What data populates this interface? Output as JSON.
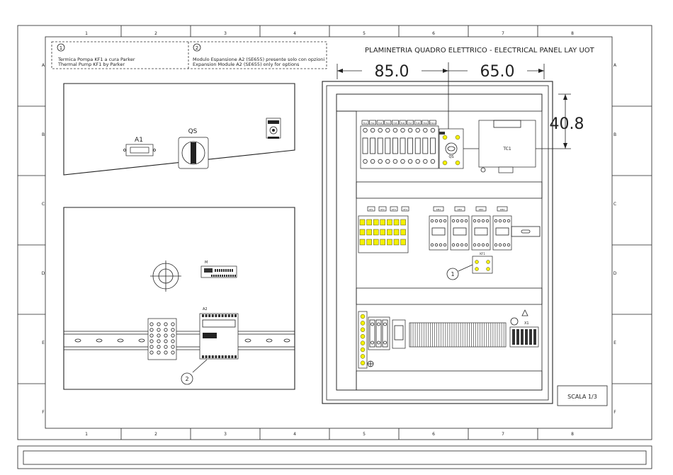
{
  "title": "PLAMINETRIA QUADRO ELETTRICO - ELECTRICAL PANEL LAY UOT",
  "scale": "SCALA 1/3",
  "frame": {
    "columns": [
      "1",
      "2",
      "3",
      "4",
      "5",
      "6",
      "7",
      "8"
    ],
    "rows": [
      "A",
      "B",
      "C",
      "D",
      "E",
      "F"
    ]
  },
  "notes": [
    {
      "number": "1",
      "line1": "Termica Pompa KF1 a cura Parker",
      "line2": "Thermal Pump KF1 by Parker"
    },
    {
      "number": "2",
      "line1": "Modulo Espansione A2 (SE655) presente solo con opzioni",
      "line2": "Expansion Module A2 (SE655) only for options"
    }
  ],
  "dimensions": {
    "width_left": "85.0",
    "width_right": "65.0",
    "height": "40.8"
  },
  "door_labels": {
    "a1": "A1",
    "qs": "QS",
    "m": "M",
    "a2": "A2",
    "callout_2": "2"
  },
  "panel_labels": {
    "qs": "QS",
    "tc1": "TC1",
    "callout_1": "1",
    "kf1": "KF1",
    "fuses": [
      "FU1",
      "FU2",
      "FU3",
      "FU4",
      "FU5",
      "FU6",
      "FU7",
      "FU8",
      "FU9",
      "FU10"
    ],
    "contactors": [
      "KM1",
      "KM2",
      "KM3",
      "KM4"
    ],
    "breakers": [
      "KF1",
      "KF2",
      "KF3",
      "KF4"
    ],
    "x1": "X1"
  }
}
